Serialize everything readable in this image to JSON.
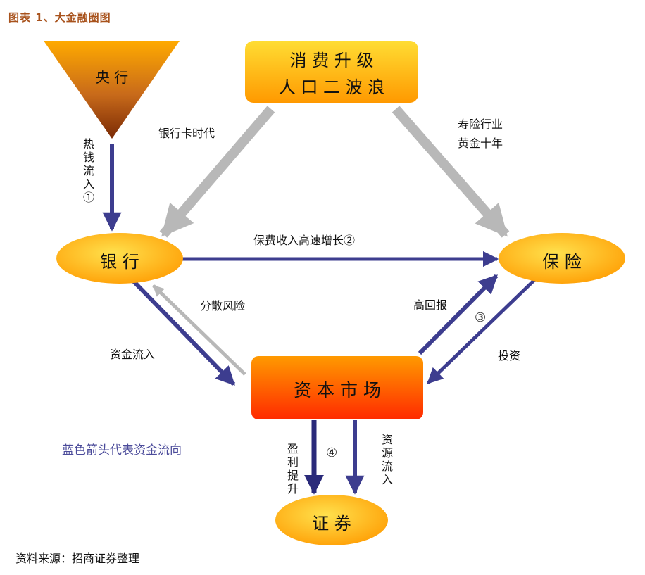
{
  "title": "图表 1、大金融圈图",
  "source": "资料来源：招商证券整理",
  "legend_note": "蓝色箭头代表资金流向",
  "nodes": {
    "central_bank": "央 行",
    "consumption_line1": "消 费 升 级",
    "consumption_line2": "人 口 二 波 浪",
    "bank": "银 行",
    "insurance": "保 险",
    "capital_market": "资 本 市 场",
    "securities": "证 券"
  },
  "edge_labels": {
    "hot_money": "热钱流入①",
    "bank_card_era": "银行卡时代",
    "life_insurance": "寿险行业",
    "golden_decade": "黄金十年",
    "premium_growth": "保费收入高速增长②",
    "diversify_risk": "分散风险",
    "funds_inflow": "资金流入",
    "high_return": "高回报",
    "circled_3": "③",
    "investment": "投资",
    "circled_4": "④",
    "profit_up": "盈利提升",
    "resource_inflow": "资源流入"
  },
  "colors": {
    "blue_arrow": "#3d3d8f",
    "gray_arrow": "#b8b8b8",
    "title": "#a8521c",
    "legend": "#4b4b9a",
    "node_orange": "#ff9a00",
    "node_light": "#ffe066",
    "market_red": "#ff3300"
  }
}
